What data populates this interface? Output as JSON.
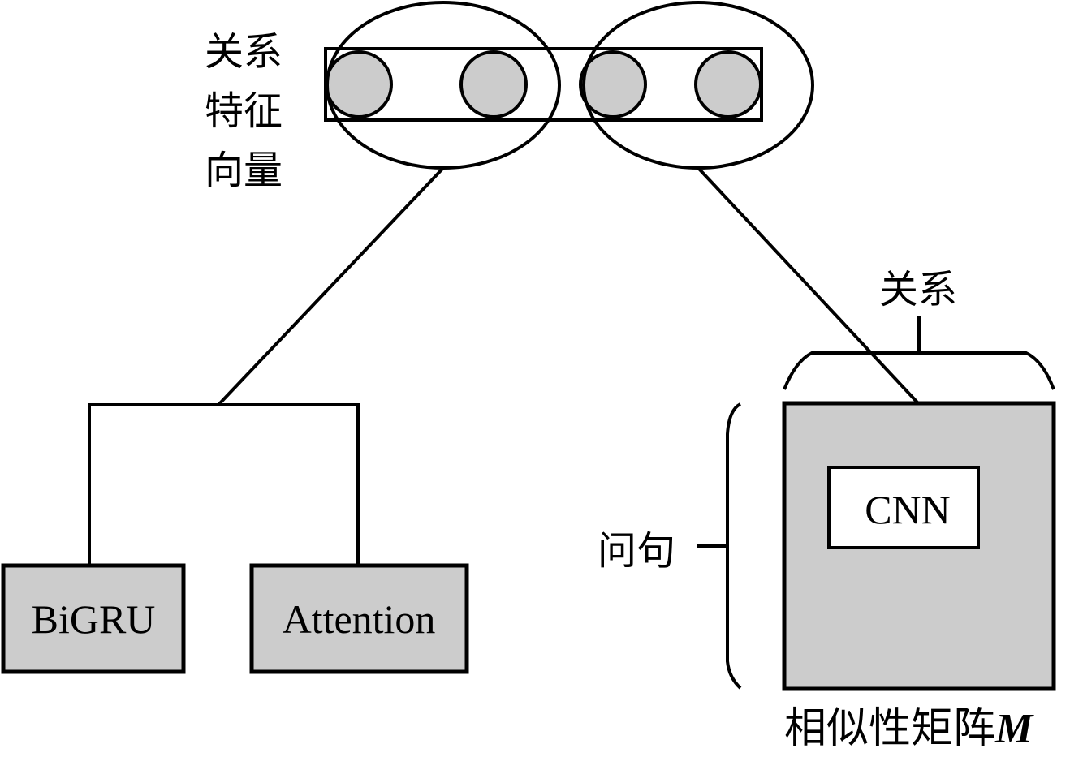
{
  "diagram": {
    "relation_vector_label": [
      "关系",
      "特征",
      "向量"
    ],
    "relation_label": "关系",
    "question_label": "问句",
    "matrix_label": "相似性矩阵",
    "matrix_symbol": "M",
    "cnn_label": "CNN",
    "bigru_label": "BiGRU",
    "attention_label": "Attention",
    "colors": {
      "fill_gray": "#cccccc",
      "stroke": "#000000",
      "background": "#ffffff"
    }
  }
}
